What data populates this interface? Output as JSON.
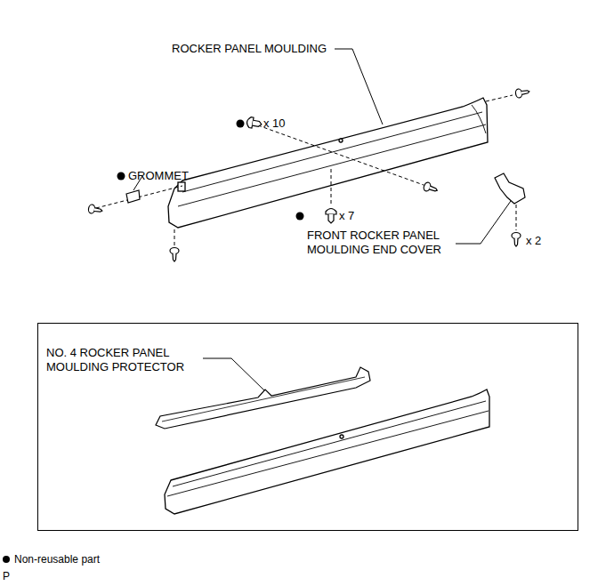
{
  "diagram": {
    "nodes": [
      {
        "text": [
          "NO. 4 ROCKER PANEL MOULDING PROTECTOR"
        ]
      }
    ],
    "labels": [
      "ROCKER PANEL MOULDING",
      "x 10",
      "GROMMET",
      "x 7",
      "FRONT ROCKER PANEL MOULDING END COVER",
      "x 2",
      "P"
    ],
    "legend": [
      {
        "text": "Non-reusable part"
      }
    ]
  }
}
